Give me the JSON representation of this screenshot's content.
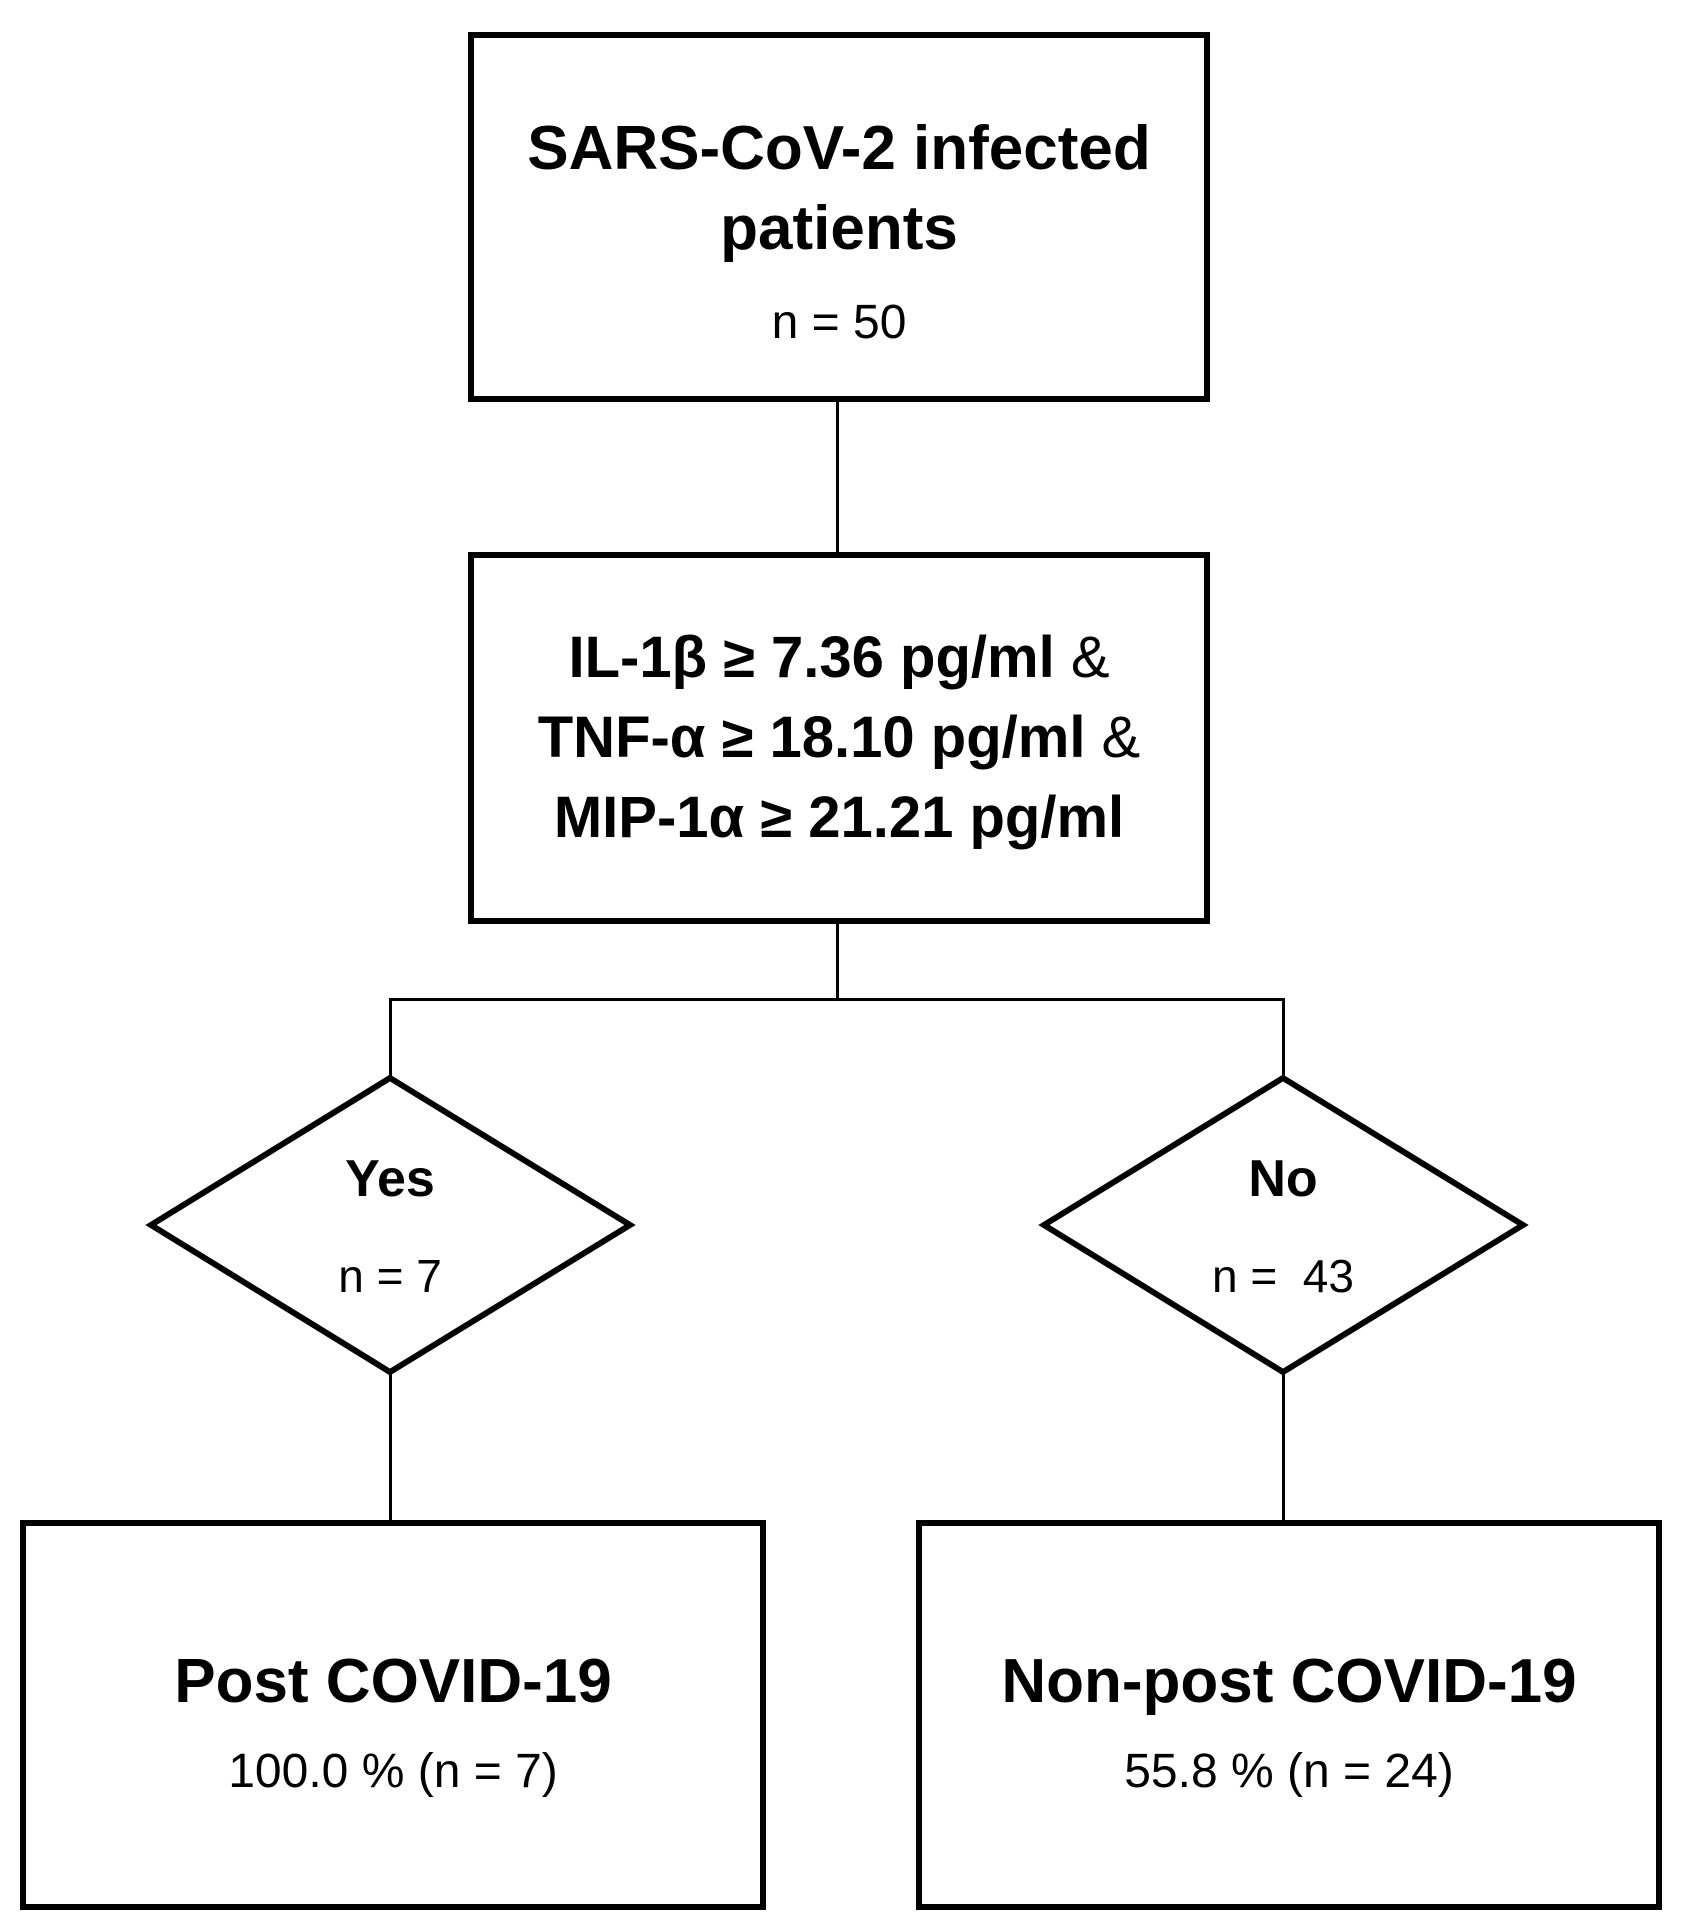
{
  "nodes": {
    "top": {
      "title_line1": "SARS-CoV-2 infected",
      "title_line2": "patients",
      "count": "n = 50"
    },
    "criteria": {
      "lines": [
        {
          "condition": "IL-1β ≥ 7.36 pg/ml",
          "joiner": " &"
        },
        {
          "condition": "TNF-α ≥ 18.10 pg/ml",
          "joiner": " &"
        },
        {
          "condition": "MIP-1α ≥ 21.21 pg/ml",
          "joiner": ""
        }
      ]
    },
    "decision_yes": {
      "label": "Yes",
      "count": "n = 7"
    },
    "decision_no": {
      "label": "No",
      "count": "n =  43"
    },
    "outcome_left": {
      "title": "Post COVID-19",
      "stat": "100.0 % (n = 7)"
    },
    "outcome_right": {
      "title": "Non-post COVID-19",
      "stat": "55.8 % (n = 24)"
    }
  }
}
